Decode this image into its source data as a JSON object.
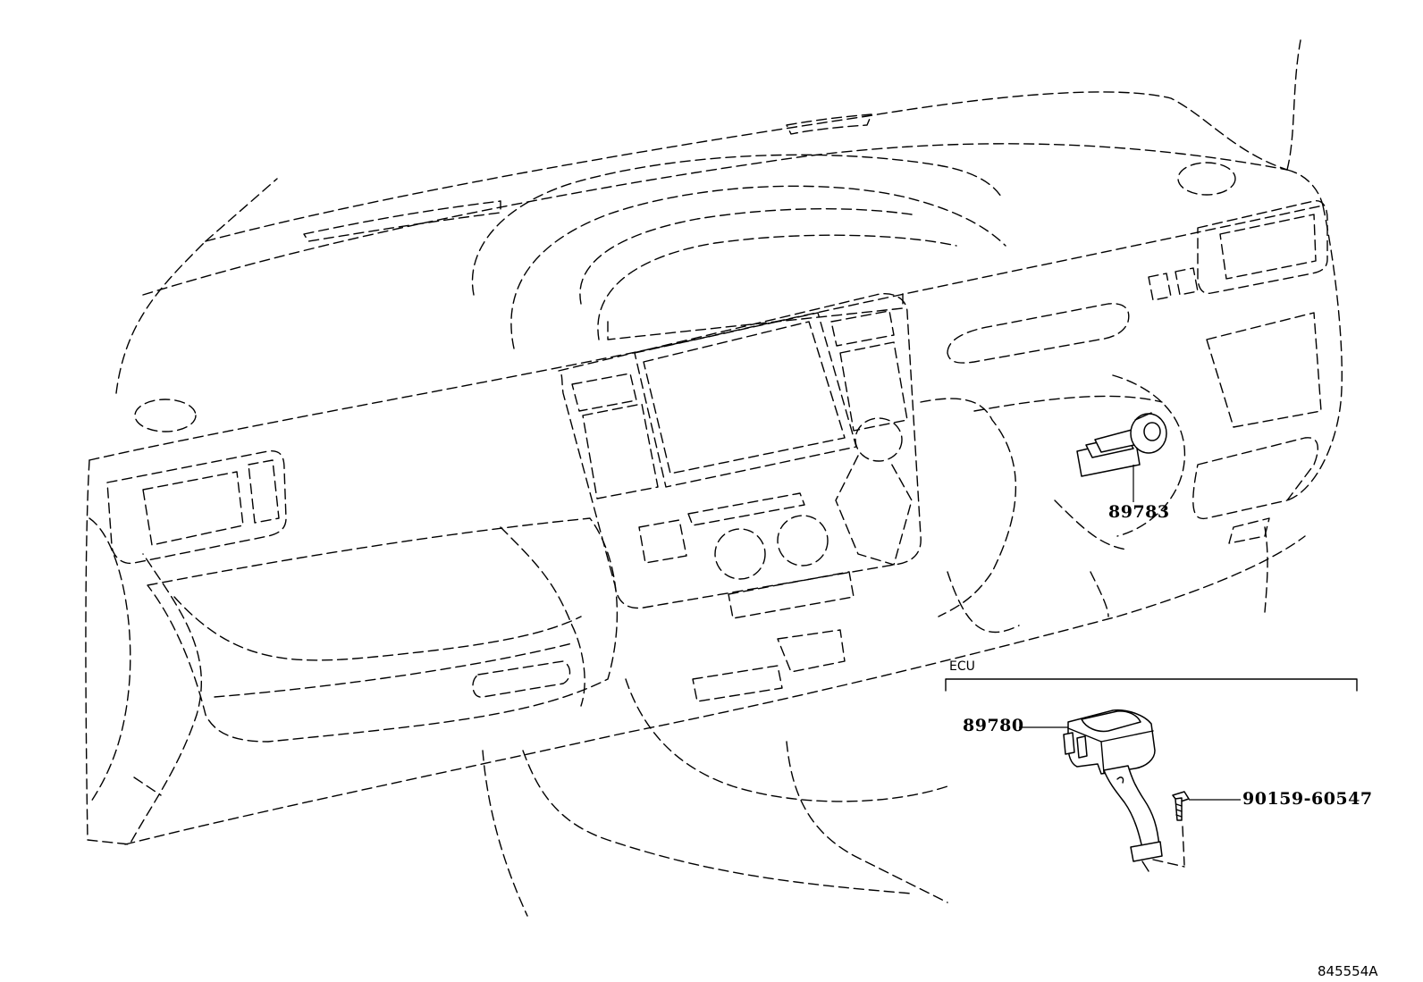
{
  "diagram": {
    "callouts": {
      "ignition_switch_part": "89783",
      "ecu_part": "89780",
      "screw_part": "90159-60547"
    },
    "group_label": "ECU",
    "figure_code": "845554A"
  }
}
